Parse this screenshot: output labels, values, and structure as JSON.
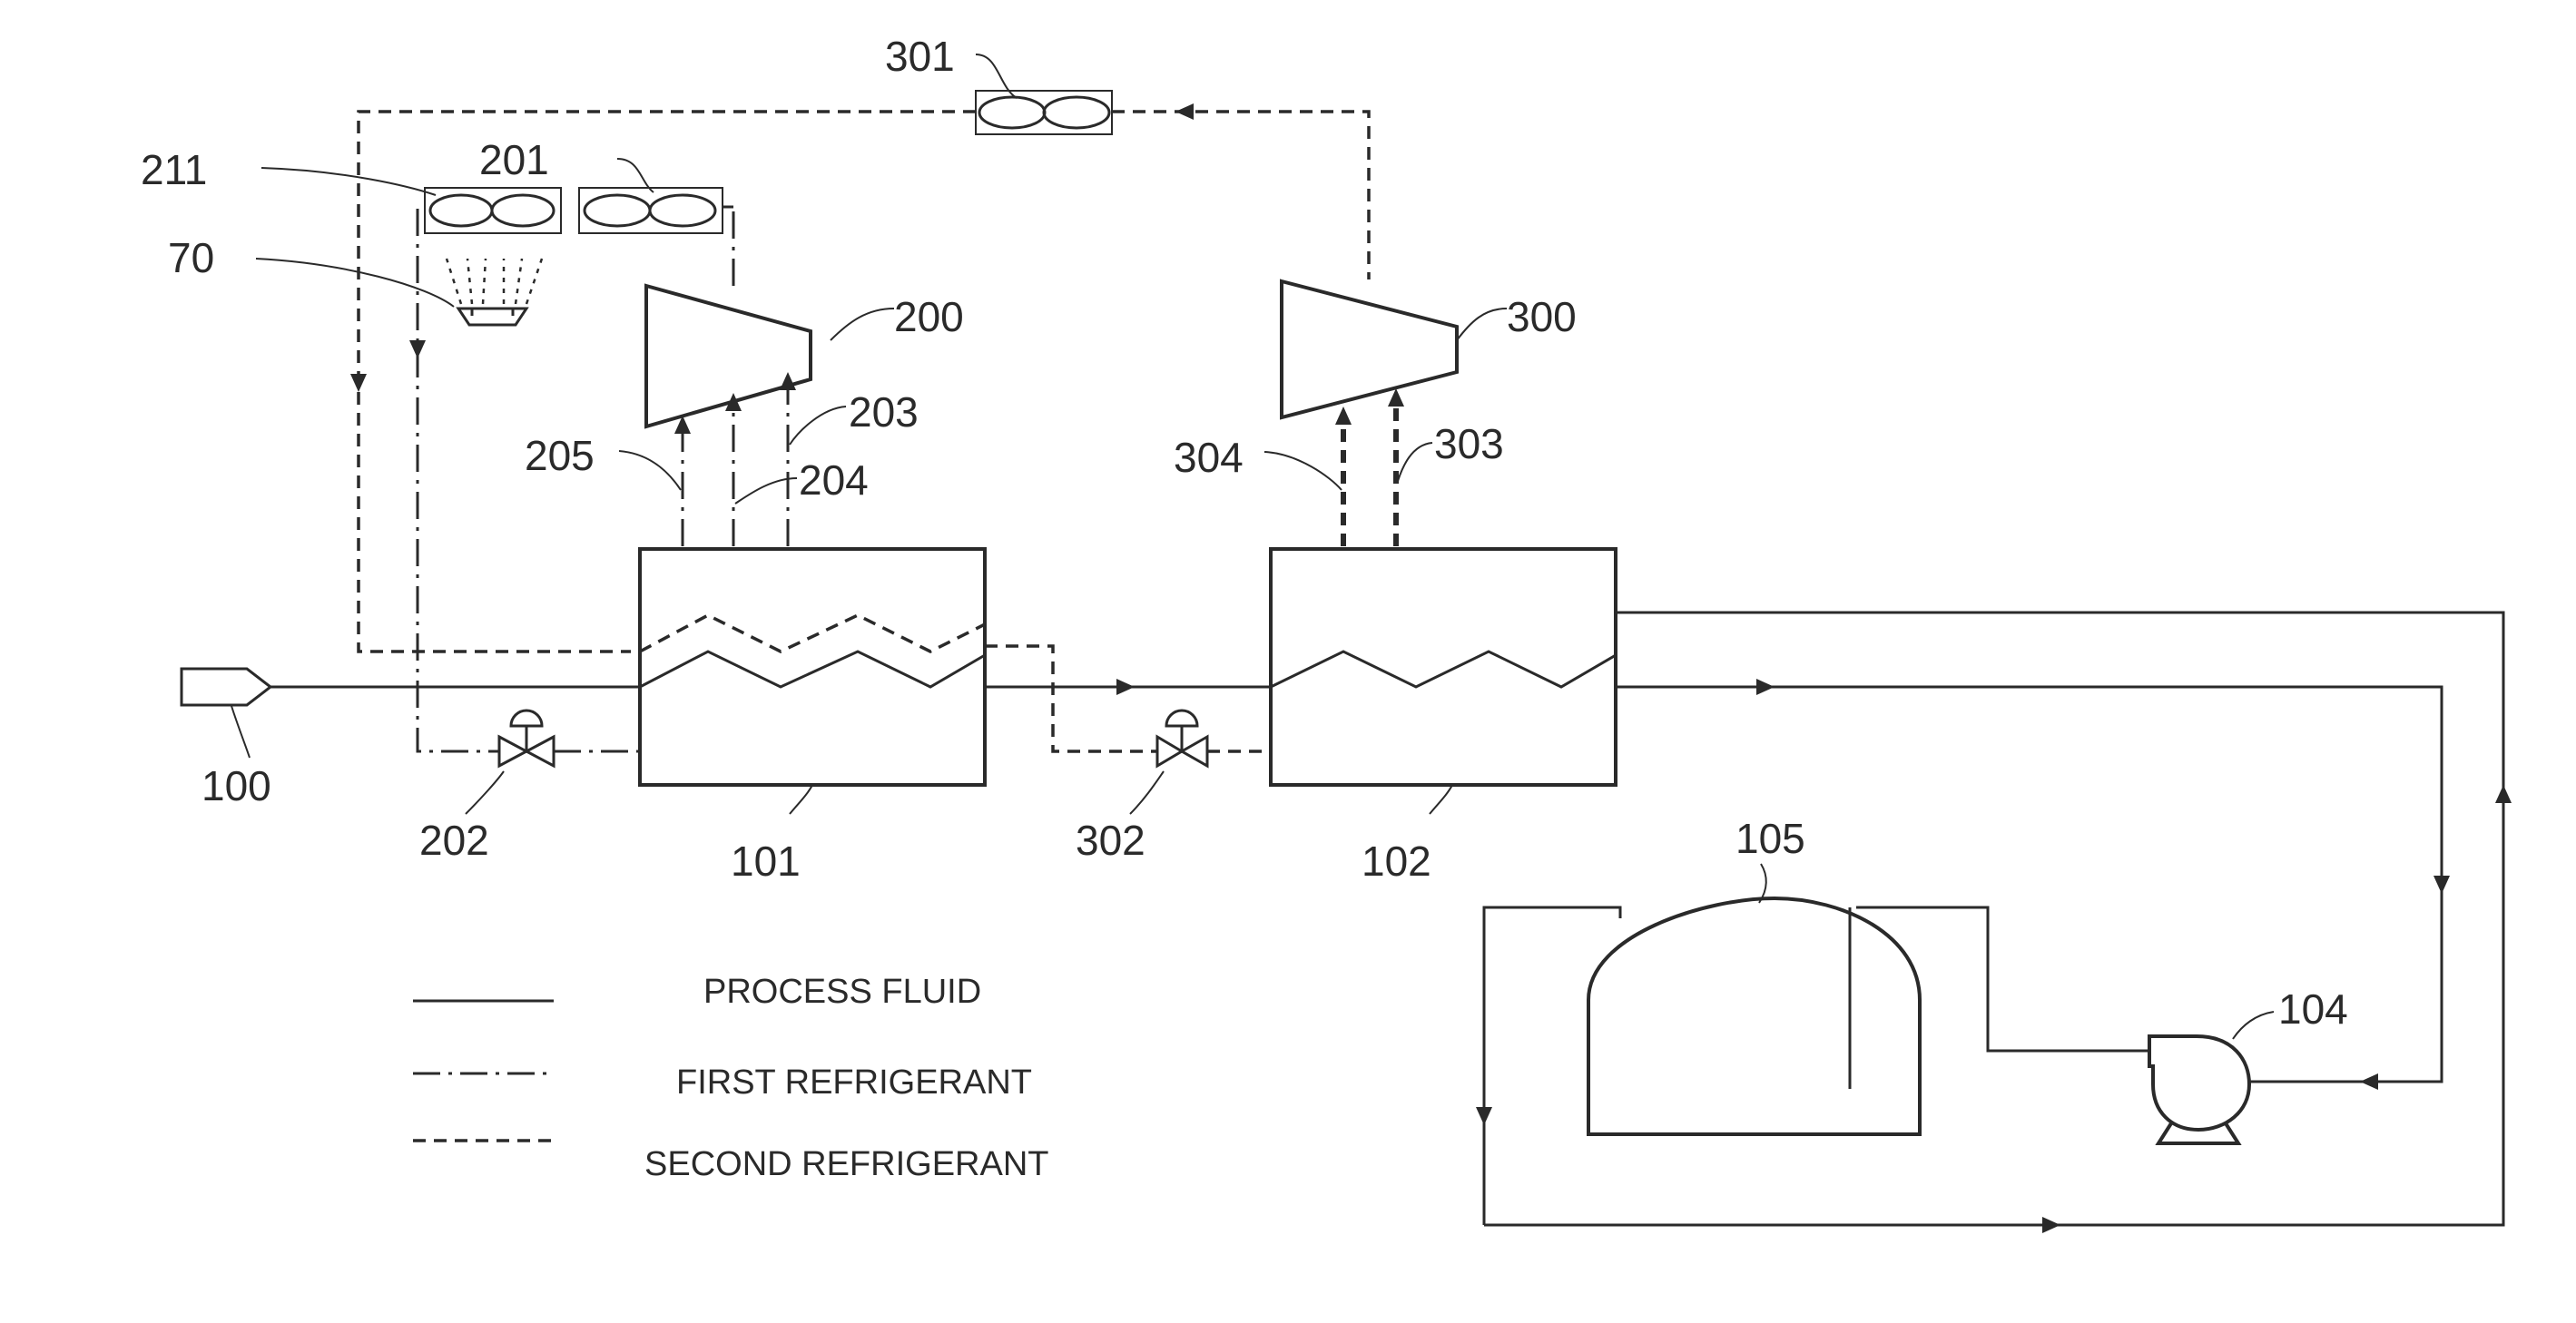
{
  "labels": {
    "feed": "100",
    "hx1": "101",
    "hx2": "102",
    "pump": "104",
    "tank": "105",
    "comp1": "200",
    "fan1": "201",
    "valve1": "202",
    "line203": "203",
    "line204": "204",
    "line205": "205",
    "fan211": "211",
    "comp2": "300",
    "fan2": "301",
    "valve2": "302",
    "line303": "303",
    "line304": "304",
    "spray": "70"
  },
  "legend": [
    {
      "style": "solid",
      "label": "PROCESS FLUID"
    },
    {
      "style": "dash-dot",
      "label": "FIRST REFRIGERANT"
    },
    {
      "style": "dashed",
      "label": "SECOND REFRIGERANT"
    }
  ]
}
